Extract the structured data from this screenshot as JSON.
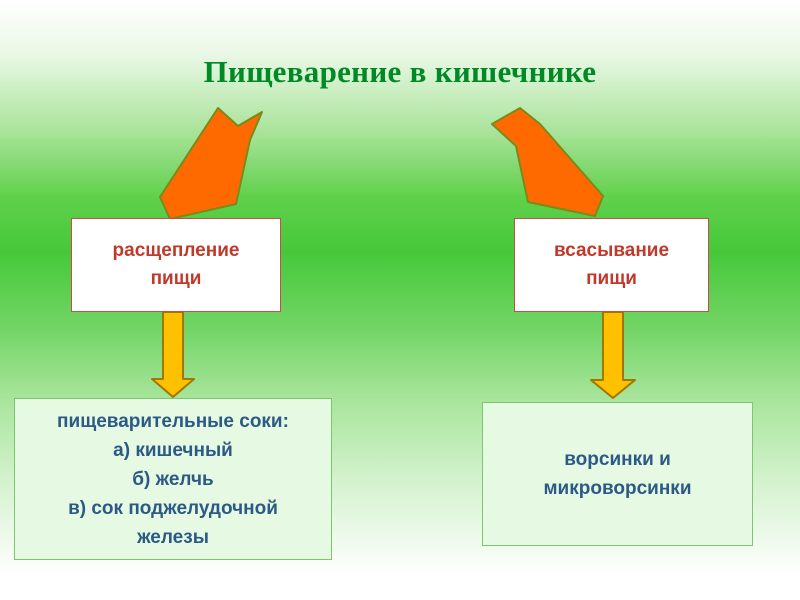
{
  "title": "Пищеварение в кишечнике",
  "left": {
    "top_box": [
      "расщепление",
      "пищи"
    ],
    "bottom_box": [
      "пищеварительные соки:",
      "а) кишечный",
      "б) желчь",
      "в) сок поджелудочной",
      "железы"
    ]
  },
  "right": {
    "top_box": [
      "всасывание",
      "пищи"
    ],
    "bottom_box": [
      "ворсинки и",
      "микроворсинки"
    ]
  },
  "colors": {
    "title": "#008a26",
    "big_arrow_fill": "#ff6a00",
    "big_arrow_stroke": "#7a8a1a",
    "small_arrow_fill": "#ffc000",
    "small_arrow_stroke": "#a07800"
  }
}
